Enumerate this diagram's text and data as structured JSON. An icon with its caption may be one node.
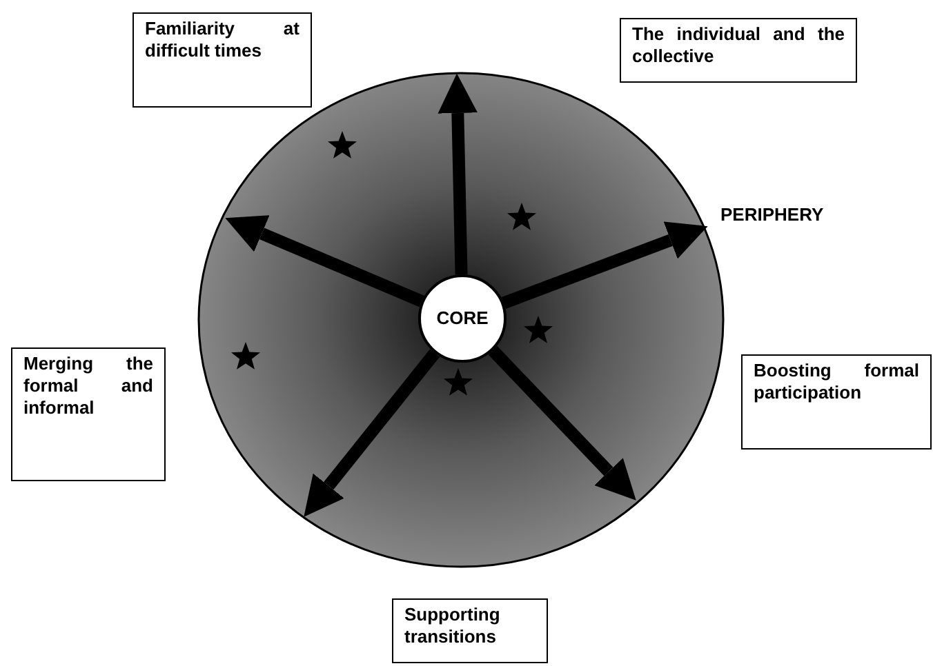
{
  "diagram": {
    "nodes": [
      {
        "text": [
          "Familiarity at difficult times"
        ]
      },
      {
        "text": [
          "The individual and the collective"
        ]
      },
      {
        "text": [
          "PERIPHERY"
        ]
      },
      {
        "text": [
          "CORE"
        ],
        "in": 2
      },
      {
        "text": [
          "Merging the formal and informal"
        ]
      },
      {
        "text": [
          "Boosting formal participation"
        ]
      },
      {
        "text": [
          "Supporting transitions"
        ]
      }
    ],
    "edges": [
      {
        "from": 3,
        "to": null,
        "arrow": "to"
      },
      {
        "from": 3,
        "to": null,
        "arrow": "to"
      },
      {
        "from": 3,
        "to": null,
        "arrow": "to"
      },
      {
        "from": 3,
        "to": null,
        "arrow": "to"
      },
      {
        "from": 3,
        "to": null,
        "arrow": "to"
      }
    ]
  }
}
